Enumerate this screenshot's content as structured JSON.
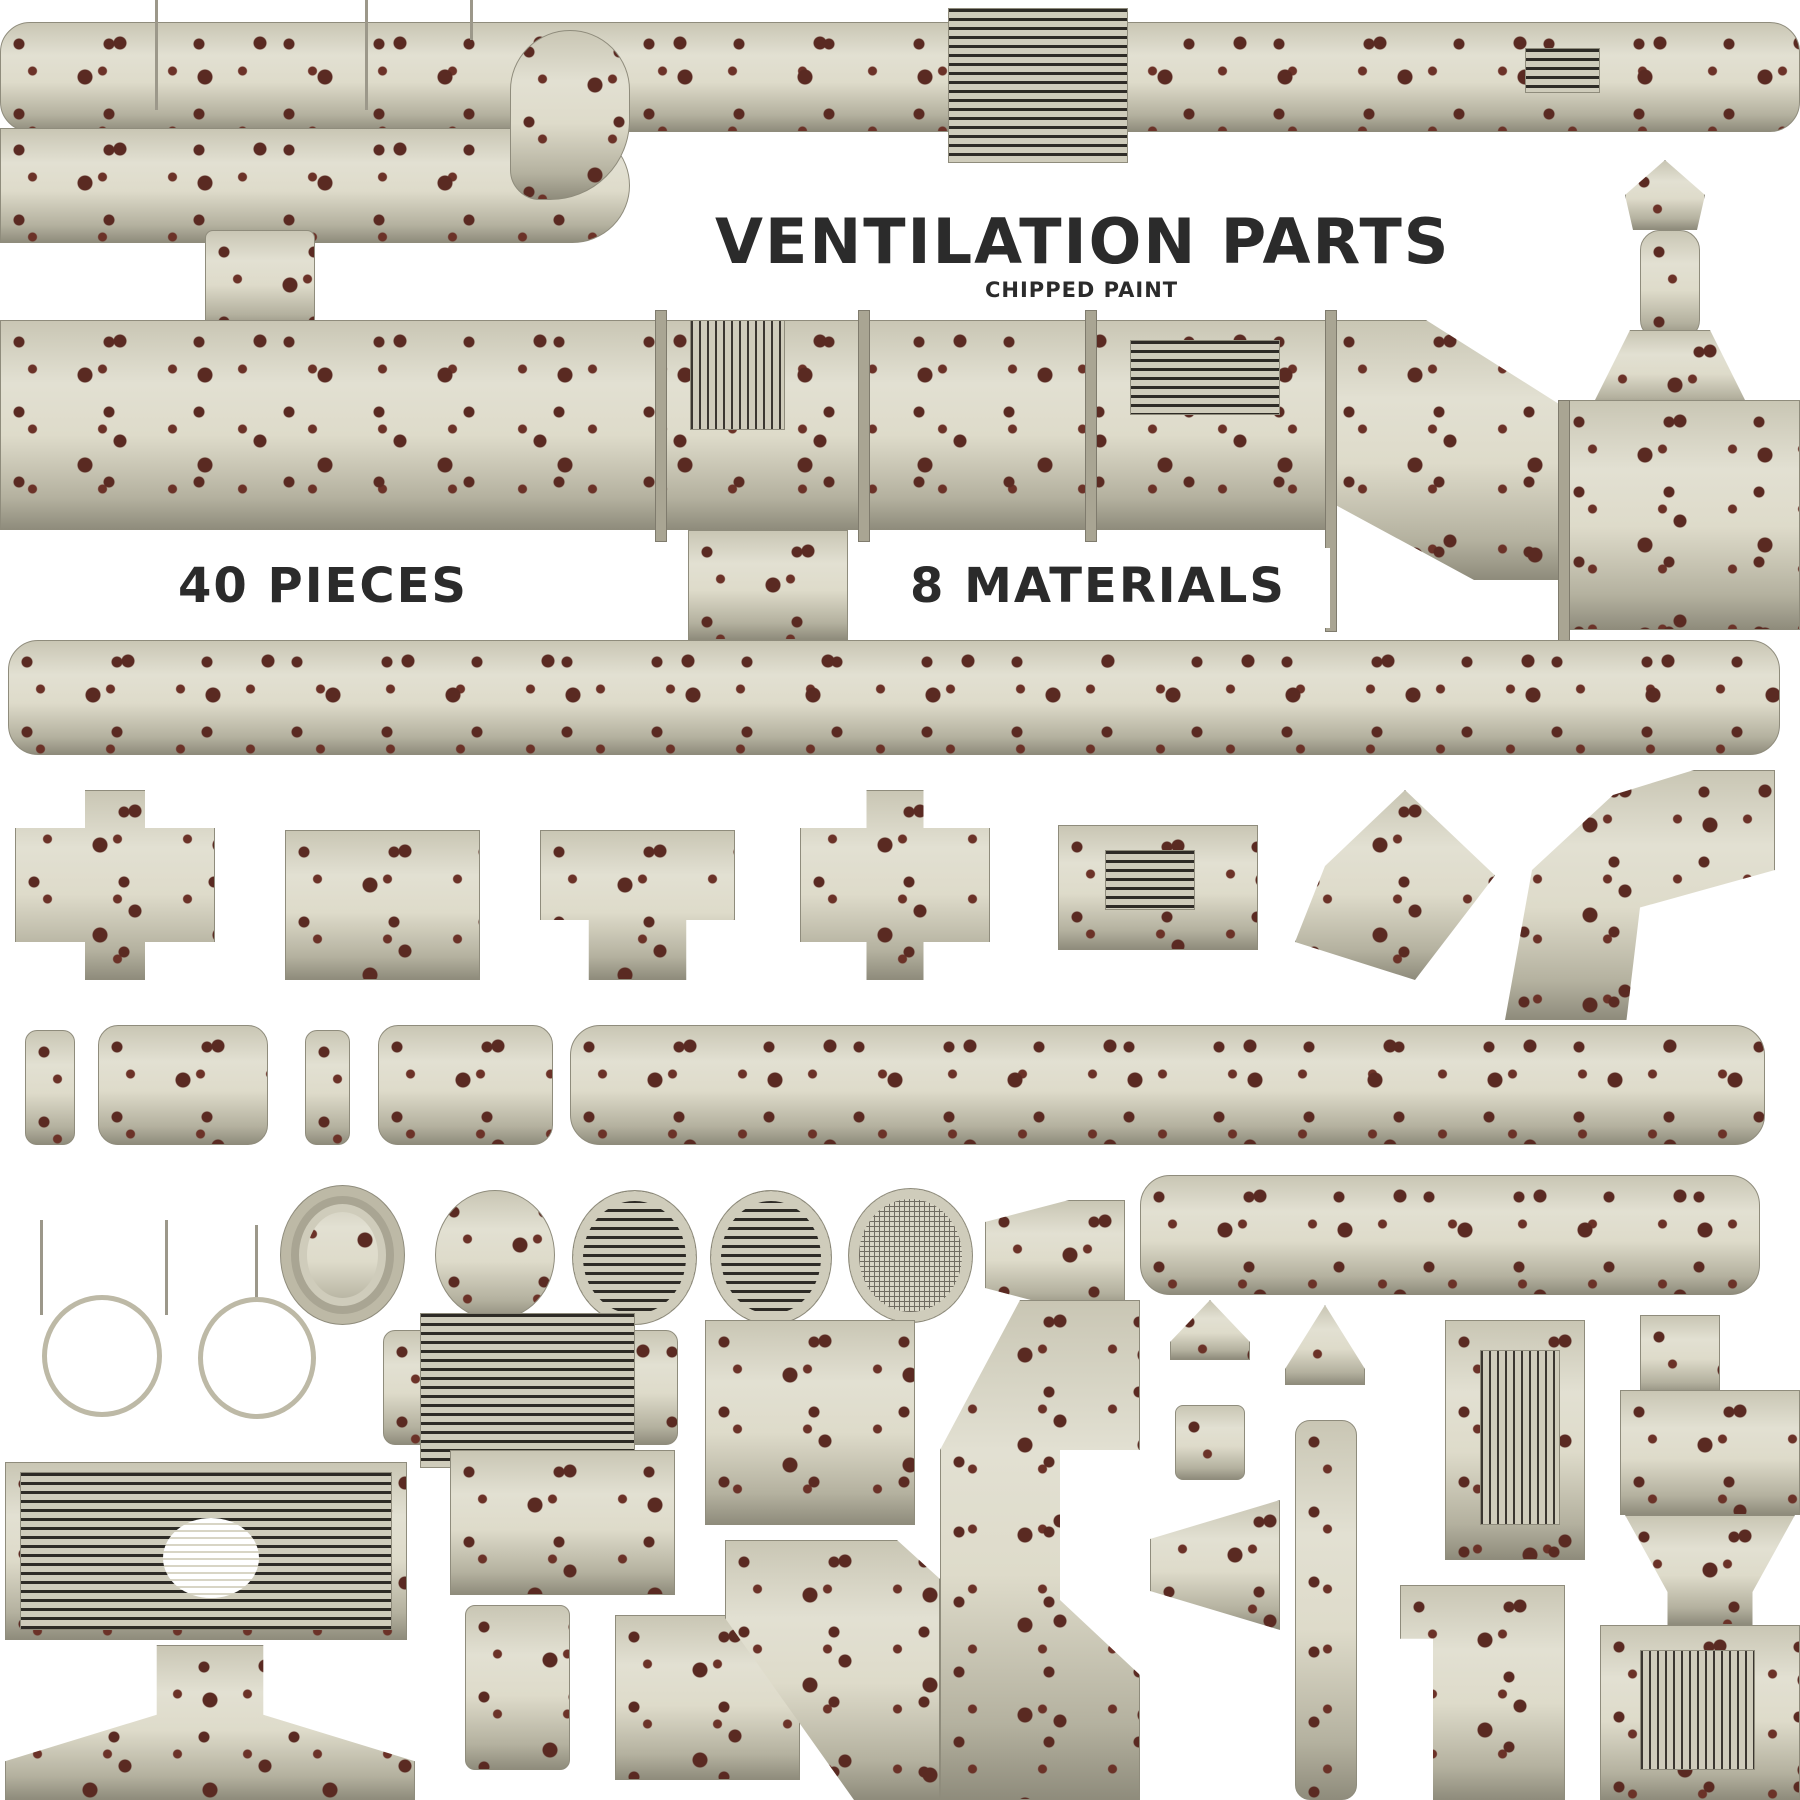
{
  "title": "VENTILATION PARTS",
  "subtitle": "CHIPPED PAINT",
  "stats": {
    "pieces": "40 PIECES",
    "materials": "8 MATERIALS"
  },
  "colors": {
    "background": "#ffffff",
    "paint": "#dedbca",
    "rust": "#5a2a22",
    "text": "#2b2b2b"
  }
}
